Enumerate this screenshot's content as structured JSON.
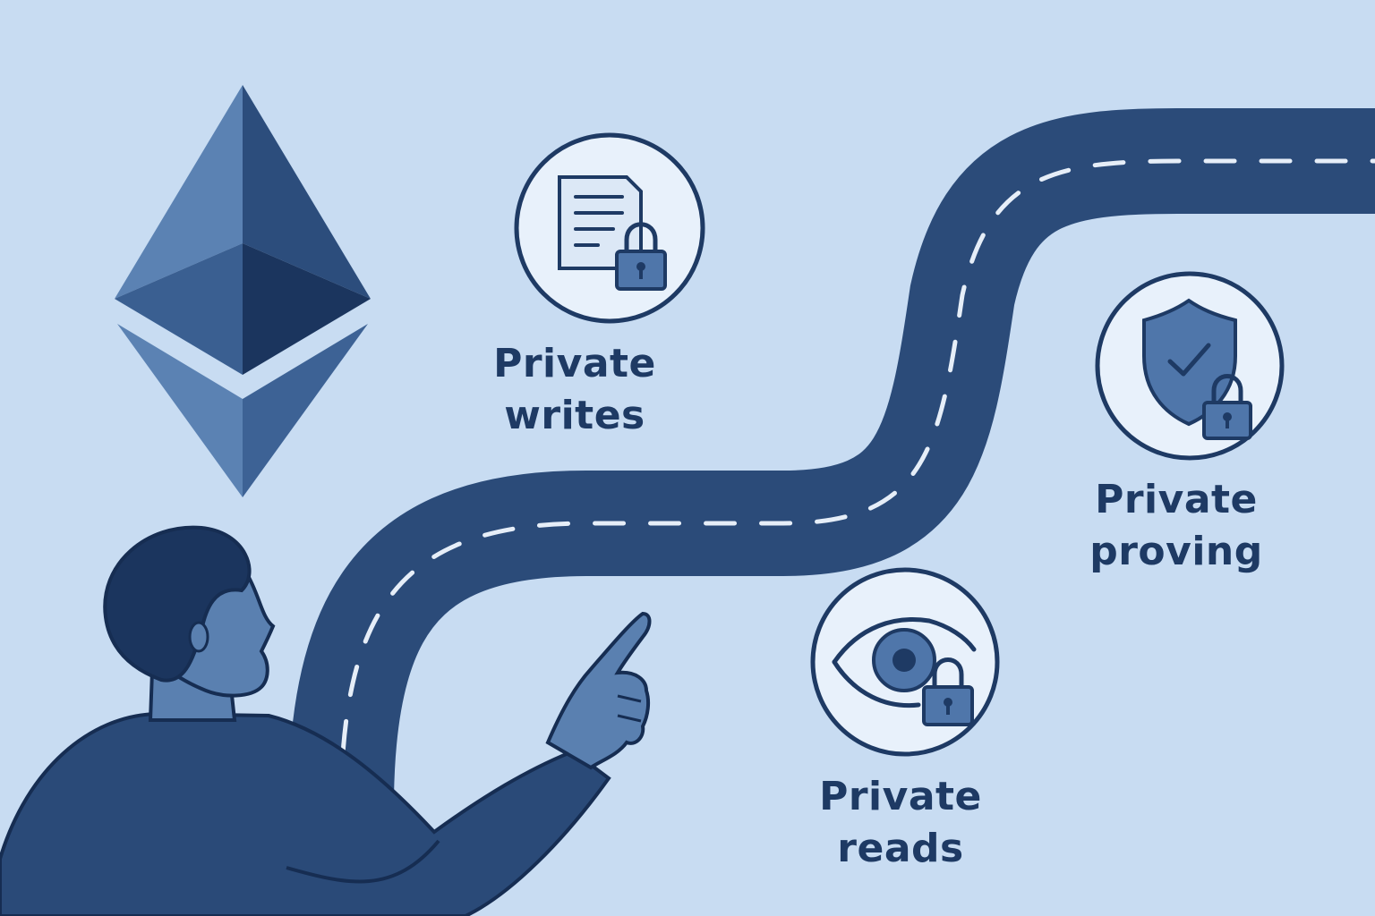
{
  "colors": {
    "background": "#c8dcf2",
    "navy": "#2a4a78",
    "dark_navy": "#1b355e",
    "mid_blue": "#5a80b0",
    "road": "#2b4b79",
    "road_dash": "#e6eef8",
    "badge_fill": "#e8f1fb",
    "text": "#1e3a64"
  },
  "illustration": {
    "logo": "ethereum-diamond-logo",
    "figure": "person-pointing-at-road",
    "path": "winding-road"
  },
  "features": [
    {
      "icon": "document-lock-icon",
      "line1": "Private",
      "line2": "writes"
    },
    {
      "icon": "shield-check-lock-icon",
      "line1": "Private",
      "line2": "proving"
    },
    {
      "icon": "eye-lock-icon",
      "line1": "Private",
      "line2": "reads"
    }
  ]
}
